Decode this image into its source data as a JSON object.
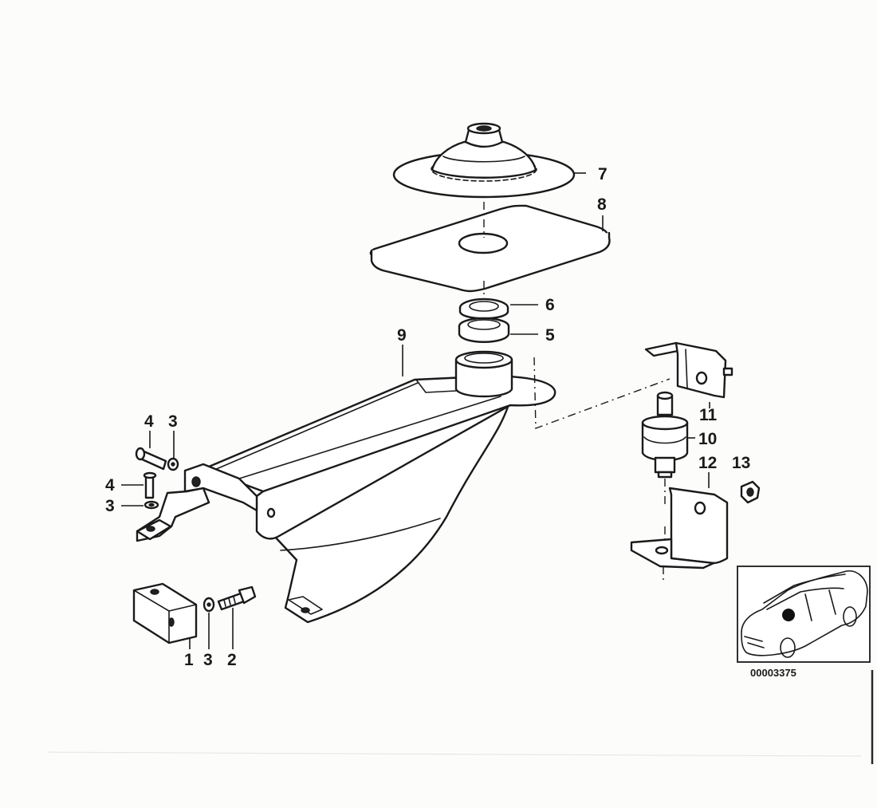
{
  "diagram": {
    "callouts": [
      {
        "id": "c7",
        "label": "7"
      },
      {
        "id": "c8",
        "label": "8"
      },
      {
        "id": "c6",
        "label": "6"
      },
      {
        "id": "c5",
        "label": "5"
      },
      {
        "id": "c9",
        "label": "9"
      },
      {
        "id": "c11",
        "label": "11"
      },
      {
        "id": "c10",
        "label": "10"
      },
      {
        "id": "c12",
        "label": "12"
      },
      {
        "id": "c13",
        "label": "13"
      },
      {
        "id": "c4a",
        "label": "4"
      },
      {
        "id": "c3a",
        "label": "3"
      },
      {
        "id": "c4b",
        "label": "4"
      },
      {
        "id": "c3b",
        "label": "3"
      },
      {
        "id": "c1",
        "label": "1"
      },
      {
        "id": "c3c",
        "label": "3"
      },
      {
        "id": "c2",
        "label": "2"
      }
    ],
    "reference_code": "00003375"
  }
}
